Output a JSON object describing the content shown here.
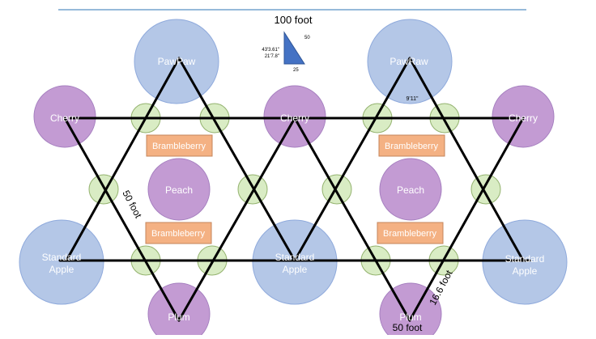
{
  "top_label": "100 foot",
  "triangle_note": {
    "hyp_line1": "43'3.61\"",
    "hyp_line2": "21'7.8\"",
    "side": "50",
    "base": "25"
  },
  "trees": {
    "pawpaw_left": "PawPaw",
    "pawpaw_right": "PawRaw",
    "cherry_left": "Cherry",
    "cherry_mid": "Cherry",
    "cherry_right": "Cherry",
    "peach_left": "Peach",
    "peach_right": "Peach",
    "apple_left": [
      "Standard",
      "Apple"
    ],
    "apple_mid": [
      "Standard",
      "Apple"
    ],
    "apple_right": [
      "Standard",
      "Apple"
    ],
    "plum_left": "Plum",
    "plum_right": "Plum"
  },
  "bramble": {
    "tl": "Brambleberry",
    "tr": "Brambleberry",
    "bl": "Brambleberry",
    "br": "Brambleberry"
  },
  "measurements": {
    "gap": "9'11\"",
    "side_50": "50 foot",
    "diag_16": "16.6 foot",
    "bottom_50": "50 foot"
  },
  "colors": {
    "blue_tree": "#b4c7e7",
    "blue_stroke": "#8faadc",
    "purple_tree": "#c39bd3",
    "purple_stroke": "#a57fbf",
    "green_node": "#d9ecc4",
    "green_stroke": "#93b26e",
    "orange_box": "#f4b183",
    "orange_stroke": "#c5855b",
    "triangle_fill": "#4472c4",
    "line": "#000000",
    "top_rule": "#2e75b6"
  }
}
